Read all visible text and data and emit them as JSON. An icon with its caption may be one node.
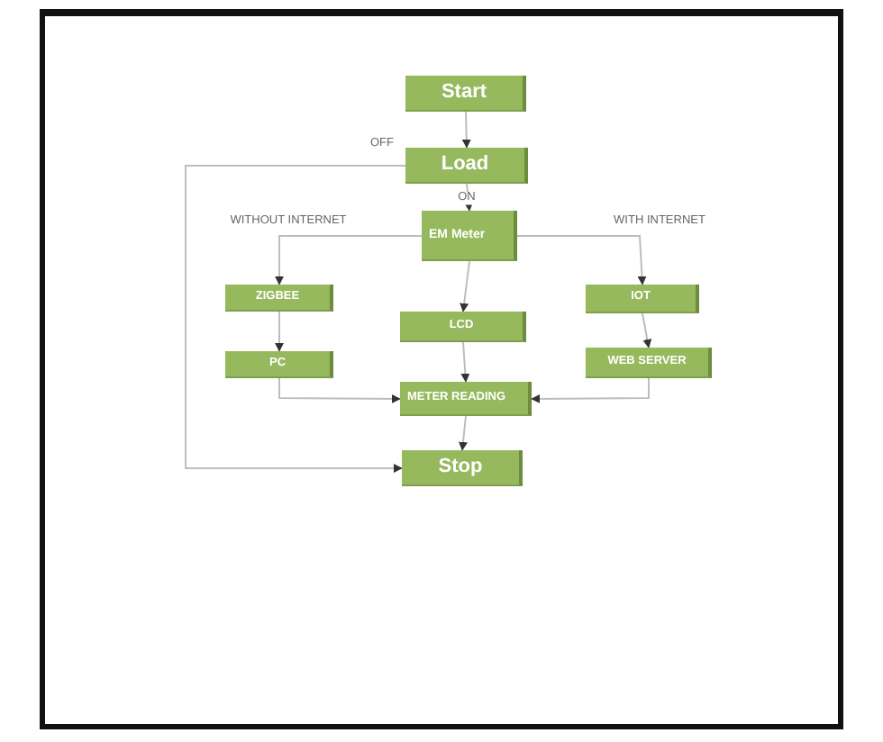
{
  "diagram": {
    "nodes": [
      {
        "text": [
          "Start"
        ]
      },
      {
        "text": [
          "Load"
        ]
      },
      {
        "text": [
          "EM Meter"
        ]
      },
      {
        "text": [
          "ZIGBEE"
        ]
      },
      {
        "text": [
          "LCD"
        ]
      },
      {
        "text": [
          "IOT"
        ]
      },
      {
        "text": [
          "PC"
        ]
      },
      {
        "text": [
          "WEB SERVER"
        ]
      },
      {
        "text": [
          "METER READING"
        ]
      },
      {
        "text": [
          "Stop"
        ]
      }
    ],
    "edges": [
      {
        "from": 0,
        "to": 1,
        "arrow": "to"
      },
      {
        "from": 1,
        "to": 2,
        "arrow": "to",
        "label": "ON"
      },
      {
        "from": 2,
        "to": 3,
        "arrow": "to",
        "label": "WITHOUT INTERNET"
      },
      {
        "from": 2,
        "to": 5,
        "arrow": "to",
        "label": "WITH INTERNET"
      },
      {
        "from": 2,
        "to": 4,
        "arrow": "to"
      },
      {
        "from": 3,
        "to": 6,
        "arrow": "to"
      },
      {
        "from": 5,
        "to": 7,
        "arrow": "to"
      },
      {
        "from": 4,
        "to": 8,
        "arrow": "to"
      },
      {
        "from": 6,
        "to": 8,
        "arrow": "to"
      },
      {
        "from": 7,
        "to": 8,
        "arrow": "to"
      },
      {
        "from": 8,
        "to": 9,
        "arrow": "to"
      },
      {
        "from": 1,
        "to": 9,
        "arrow": "to",
        "label": "OFF"
      }
    ]
  }
}
